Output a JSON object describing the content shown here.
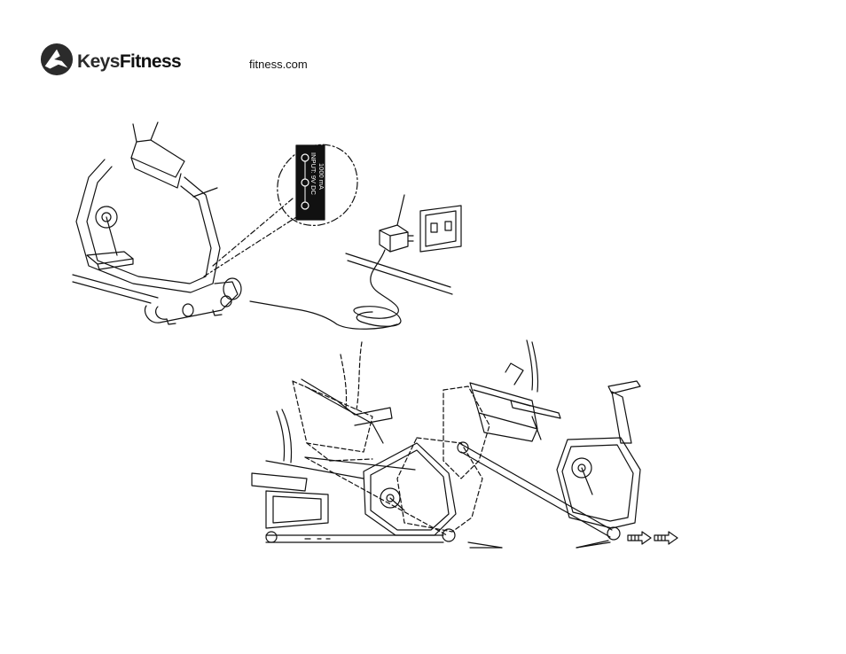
{
  "header": {
    "brand_prefix": "Keys",
    "brand_suffix": "Fitness",
    "url_text": "fitness.com"
  },
  "power_label": {
    "line1": "INPUT: 9V DC",
    "line2": "1000 mA"
  },
  "colors": {
    "ink": "#111111",
    "logo": "#2b2b2b",
    "paper": "#ffffff"
  },
  "icons": [
    "keys-fitness-logo-icon",
    "power-adapter-icon",
    "wall-outlet-icon",
    "move-direction-arrow-icon"
  ]
}
